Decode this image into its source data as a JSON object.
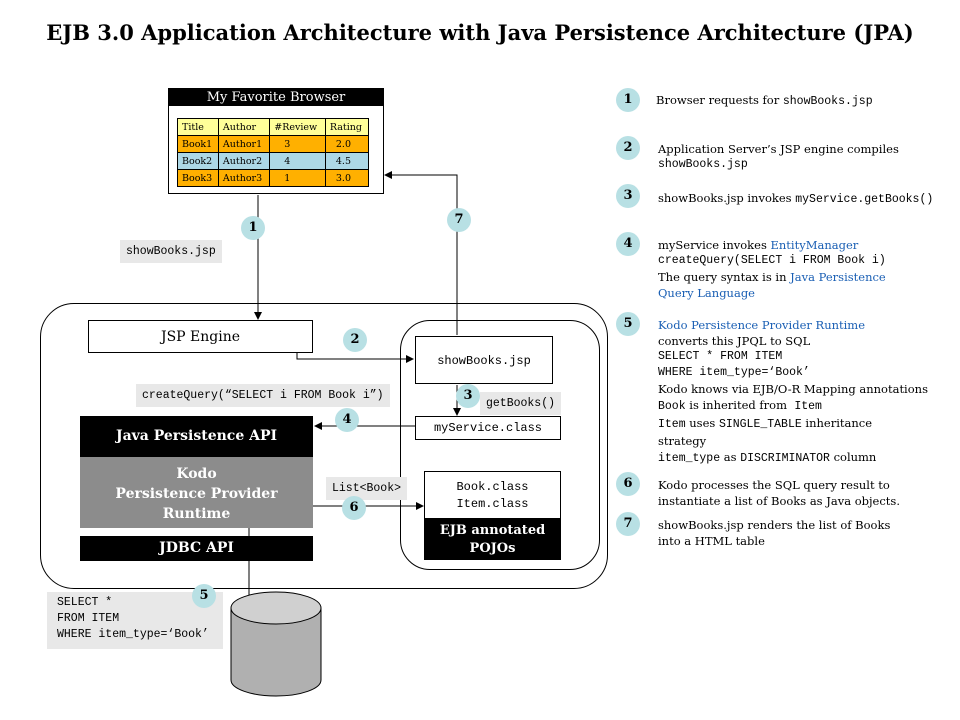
{
  "title": "EJB 3.0 Application Architecture with Java Persistence Architecture (JPA)",
  "browser": {
    "title": "My Favorite Browser",
    "columns": [
      "Title",
      "Author",
      "#Review",
      "Rating"
    ],
    "rows": [
      [
        "Book1",
        "Author1",
        "3",
        "2.0"
      ],
      [
        "Book2",
        "Author2",
        "4",
        "4.5"
      ],
      [
        "Book3",
        "Author3",
        "1",
        "3.0"
      ]
    ]
  },
  "chips": {
    "show_books": "showBooks.jsp",
    "create_query": "createQuery(“SELECT i FROM Book i”)",
    "get_books": "getBooks()",
    "list_book": "List<Book>",
    "sql_lines": [
      "SELECT *",
      "FROM ITEM",
      "WHERE item_type=‘Book’"
    ]
  },
  "boxes": {
    "jsp_engine": "JSP Engine",
    "show_books_jsp": "showBooks.jsp",
    "my_service": "myService.class",
    "java_persistence_api": "Java Persistence API",
    "kodo_lines": [
      "Kodo",
      "Persistence Provider",
      "Runtime"
    ],
    "jdbc_api": "JDBC API",
    "classes": [
      "Book.class",
      "Item.class"
    ],
    "ejb_pojos": [
      "EJB annotated",
      "POJOs"
    ]
  },
  "step_numbers": [
    "1",
    "2",
    "3",
    "4",
    "5",
    "6",
    "7"
  ],
  "legend": {
    "step1": {
      "text": "Browser requests for ",
      "code": "showBooks.jsp"
    },
    "step2": {
      "line1": "Application Server’s JSP engine compiles",
      "code": "showBooks.jsp"
    },
    "step3": {
      "text": "showBooks.jsp invokes ",
      "code": "myService.getBooks()"
    },
    "step4": {
      "line1_text": "myService invokes ",
      "line1_link": "EntityManager",
      "code": "createQuery(SELECT i FROM Book i)",
      "line3_text": "The query syntax is in ",
      "line3_link": "Java Persistence",
      "line4_link": "Query Language"
    },
    "step5": {
      "link": "Kodo Persistence Provider Runtime",
      "line2": "converts this JPQL to SQL",
      "code1": "SELECT * FROM ITEM",
      "code2": "WHERE item_type=‘Book’",
      "line5": "Kodo knows via EJB/O-R Mapping annotations",
      "line6_a": "Book",
      "line6_b": " is inherited from  ",
      "line6_c": "Item",
      "line7_a": "Item",
      "line7_b": " uses ",
      "line7_c": "SINGLE_TABLE",
      "line7_d": " inheritance",
      "line8": "strategy",
      "line9_a": "item_type",
      "line9_b": " as ",
      "line9_c": "DISCRIMINATOR",
      "line9_d": " column"
    },
    "step6": {
      "line1": "Kodo processes the SQL query result to",
      "line2": "instantiate a list of Books as Java objects."
    },
    "step7": {
      "line1": "showBooks.jsp renders the list of Books",
      "line2": "into a HTML table"
    }
  },
  "colors": {
    "header_yellow": "#ffff99",
    "row_orange": "#ffb000",
    "row_blue": "#add8e6",
    "kodo_gray": "#8c8c8c",
    "step_circle": "#b8e0e4",
    "chip_gray": "#e8e8e8",
    "link_blue": "#1a5fb4"
  }
}
